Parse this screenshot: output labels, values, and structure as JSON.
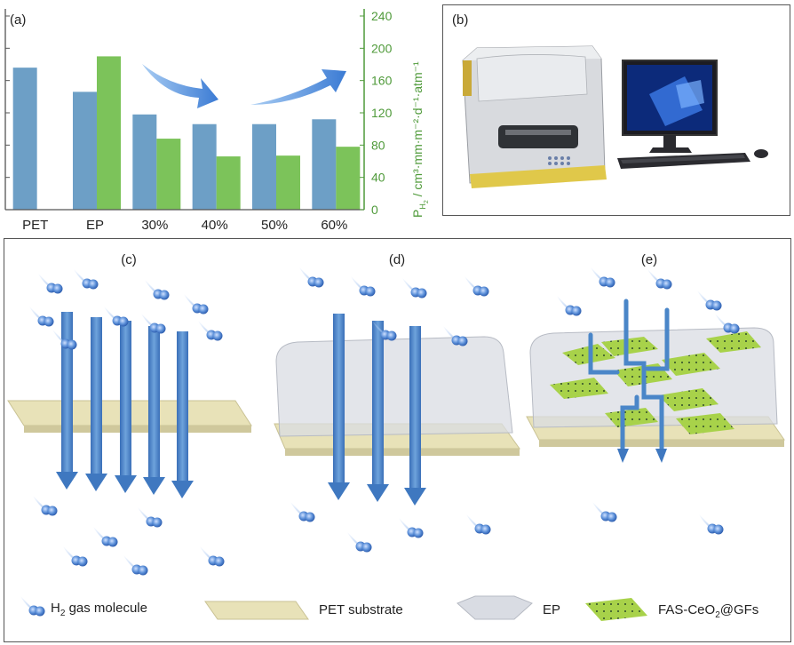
{
  "chart_data": {
    "type": "bar",
    "panel_label": "(a)",
    "categories": [
      "PET",
      "EP",
      "30%",
      "40%",
      "50%",
      "60%"
    ],
    "left_axis": {
      "ylim": [
        0,
        240
      ],
      "ticks": [
        0,
        40,
        80,
        120,
        160,
        200,
        240
      ],
      "tick_labels_visible": false
    },
    "right_axis": {
      "ylim": [
        0,
        240
      ],
      "ticks": [
        0,
        40,
        80,
        120,
        160,
        200,
        240
      ],
      "label_prefix": "P",
      "label_sub": "H",
      "label_subsub": "2",
      "label_suffix": " / cm³·mm·m⁻²·d⁻¹·atm⁻¹",
      "color": "#4f9a3a"
    },
    "series": [
      {
        "axis": "left",
        "color": "#6d9fc6",
        "values": [
          176,
          146,
          118,
          106,
          106,
          112
        ]
      },
      {
        "axis": "right",
        "color": "#7cc35a",
        "values": [
          null,
          190,
          88,
          66,
          67,
          78
        ]
      }
    ],
    "arrows": [
      {
        "direction": "down",
        "color": "#3b7bd4"
      },
      {
        "direction": "up",
        "color": "#3b7bd4"
      }
    ],
    "grid": false
  },
  "panels": {
    "b_label": "(b)",
    "c_label": "(c)",
    "d_label": "(d)",
    "e_label": "(e)"
  },
  "legend": {
    "h2_prefix": "H",
    "h2_sub": "2",
    "h2_suffix": " gas molecule",
    "pet": "PET substrate",
    "ep": "EP",
    "gf_prefix": "FAS-CeO",
    "gf_sub": "2",
    "gf_suffix": "@GFs"
  },
  "colors": {
    "molecule": "#5b8fd8",
    "arrow": "#4a86c8",
    "substrate": "#e8e2b8",
    "ep": "#d9dce3",
    "graphene": "#a8d24a"
  }
}
